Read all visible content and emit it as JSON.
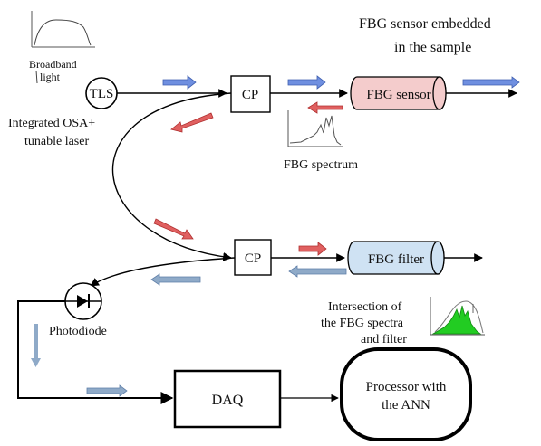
{
  "labels": {
    "title_line1": "FBG sensor embedded",
    "title_line2": "in the sample",
    "broadband_line1": "Broadband",
    "broadband_line2": "light",
    "tls": "TLS",
    "osa_line1": "Integrated OSA+",
    "osa_line2": "tunable laser",
    "cp_top": "CP",
    "cp_bottom": "CP",
    "fbg_sensor": "FBG sensor",
    "fbg_filter": "FBG filter",
    "fbg_spectrum": "FBG spectrum",
    "intersection_line1": "Intersection of",
    "intersection_line2": "the FBG spectra",
    "intersection_line3": "and filter",
    "photodiode": "Photodiode",
    "daq": "DAQ",
    "processor_line1": "Processor with",
    "processor_line2": "the ANN"
  },
  "colors": {
    "blue_arrow": "#6f8fe0",
    "red_arrow": "#e06060",
    "grey_blue_arrow": "#8faac8",
    "sensor_fill": "#f4cccc",
    "filter_fill": "#cfe2f3",
    "intersection_fill": "#22cc22",
    "line": "#000000"
  }
}
